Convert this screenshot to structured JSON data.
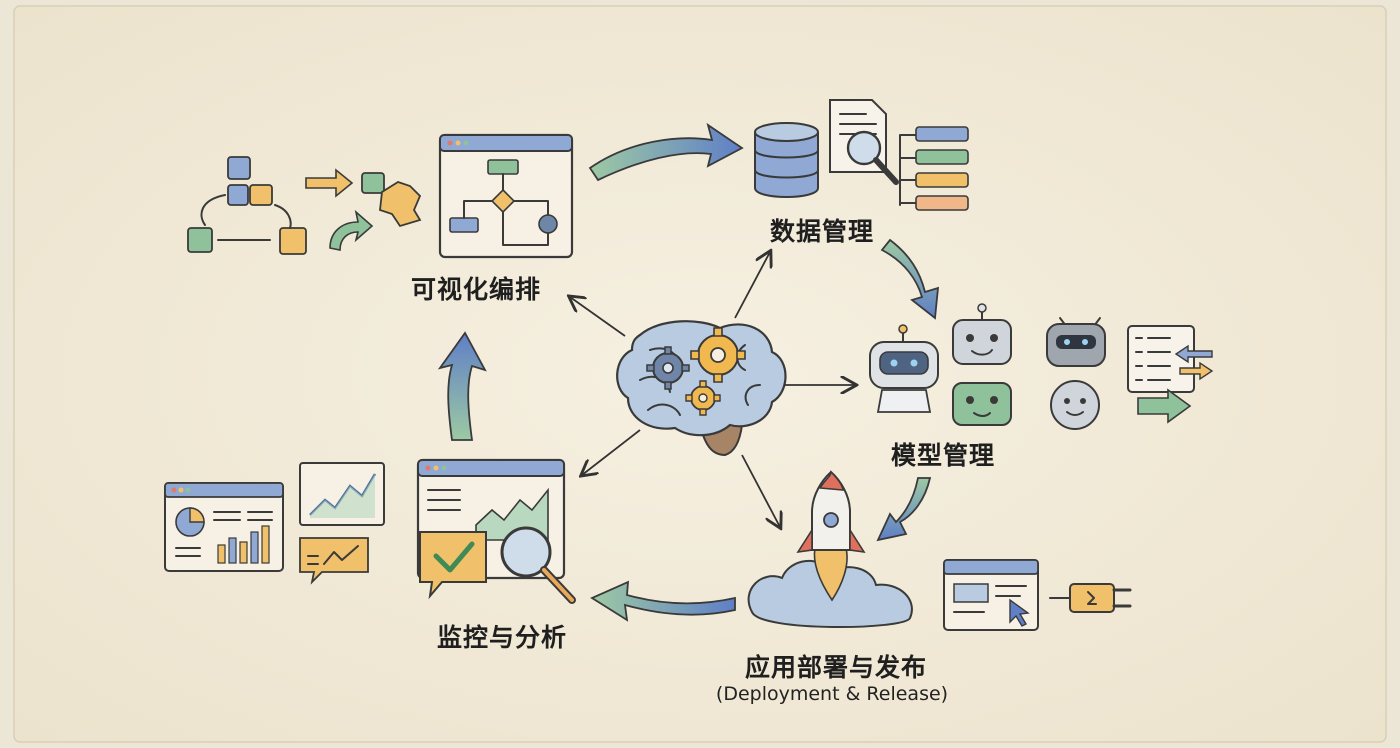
{
  "nodes": {
    "orchestration": {
      "label": "可视化编排"
    },
    "data_management": {
      "label": "数据管理"
    },
    "model_management": {
      "label": "模型管理"
    },
    "deployment": {
      "label": "应用部署与发布",
      "sublabel": "(Deployment & Release)"
    },
    "monitoring": {
      "label": "监控与分析"
    }
  },
  "icons": {
    "hub": "brain-gears-icon",
    "orchestration": "flowchart-window-icon",
    "data": "database-icon",
    "model": "robot-icon",
    "deployment": "rocket-icon",
    "monitoring": "dashboard-window-icon"
  },
  "colors": {
    "paper": "#f3ecdc",
    "blue": "#8fa8d4",
    "green": "#8fc29a",
    "orange": "#f0c06a",
    "arrow_blue": "#5f7fc7",
    "arrow_green": "#9dc9a3",
    "ink": "#3a3a3a"
  }
}
